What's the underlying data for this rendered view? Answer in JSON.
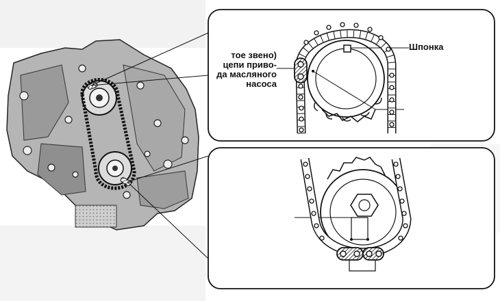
{
  "labels": {
    "chain_link_lines": [
      "тое звено)",
      "цепи приво-",
      "да масляного",
      "насоса"
    ],
    "key": "Шпонка"
  },
  "colors": {
    "ink": "#111111",
    "paper": "#ffffff",
    "engine_shade": "#8a8a8a",
    "engine_dark": "#3a3a3a",
    "hatch": "#222222"
  }
}
